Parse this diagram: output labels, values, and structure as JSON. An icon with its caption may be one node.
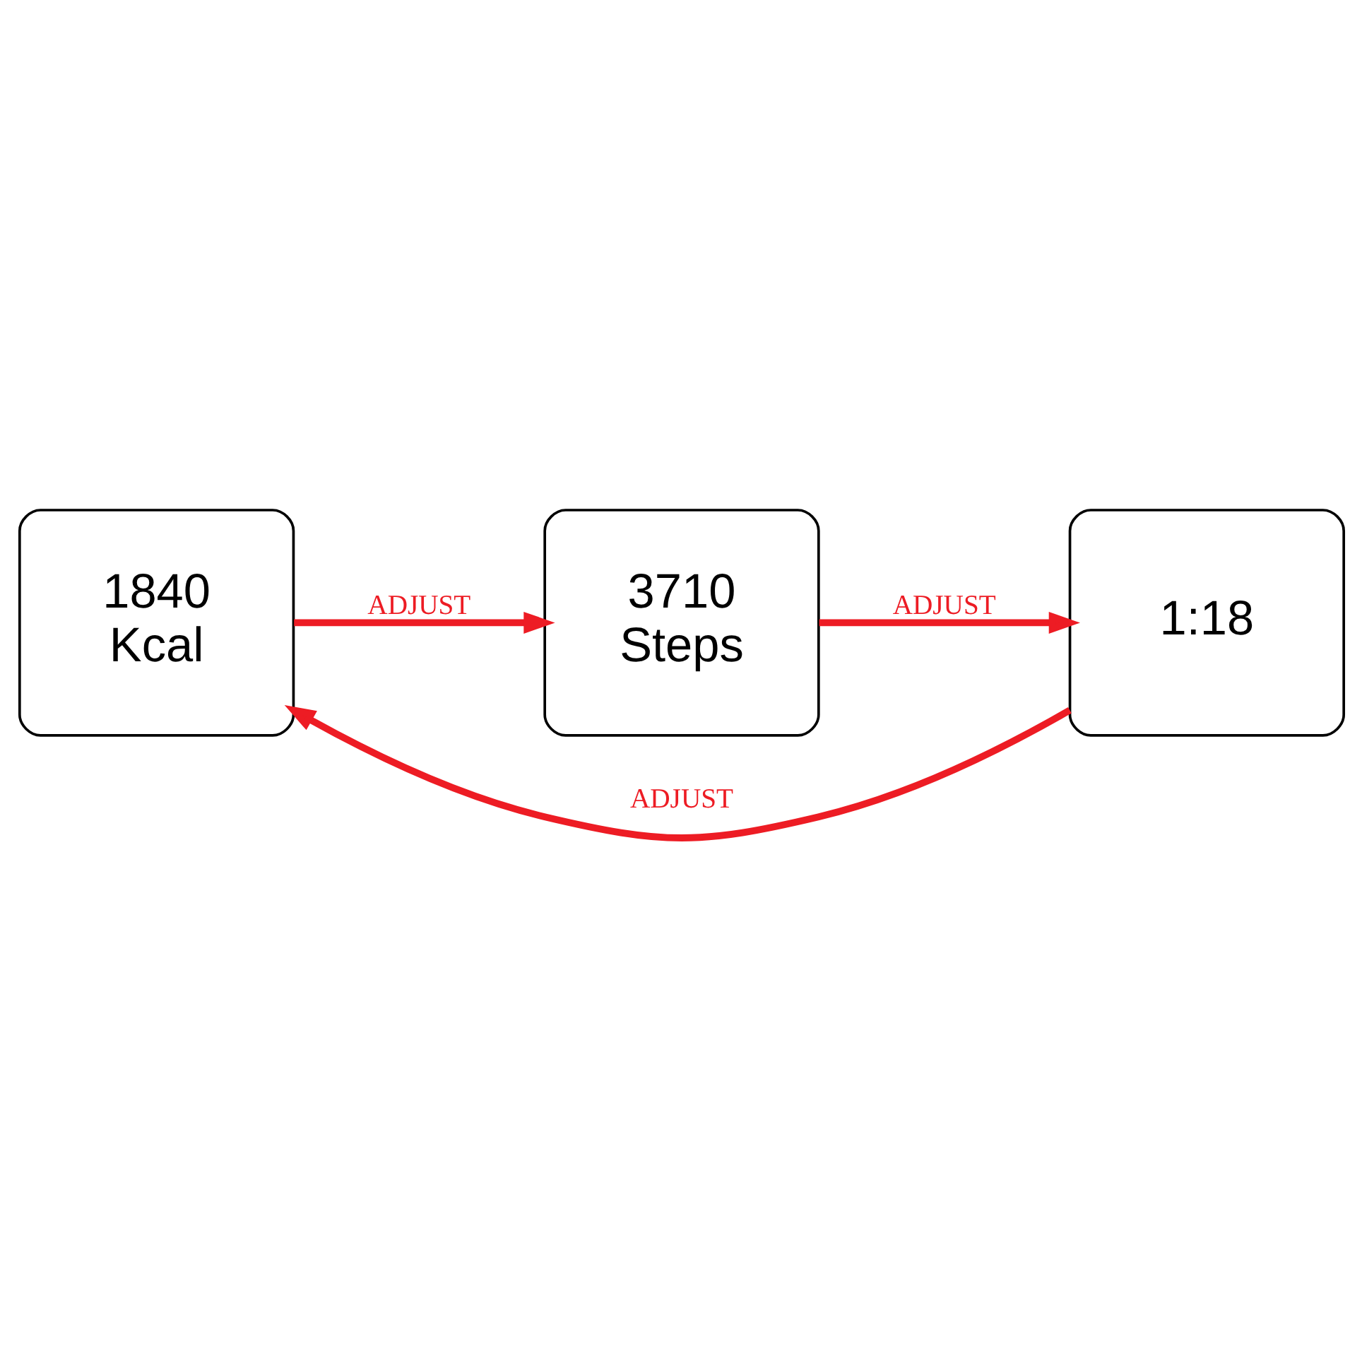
{
  "diagram": {
    "nodes": [
      {
        "text": [
          "1840",
          "Kcal"
        ]
      },
      {
        "text": [
          "3710",
          "Steps"
        ]
      },
      {
        "text": [
          "1:18"
        ]
      }
    ],
    "edges": [
      {
        "from": 0,
        "to": 1,
        "arrow": "to",
        "label": "ADJUST",
        "color": "#ed1c24"
      },
      {
        "from": 1,
        "to": 2,
        "arrow": "to",
        "label": "ADJUST",
        "color": "#ed1c24"
      },
      {
        "from": 2,
        "to": 0,
        "arrow": "to",
        "label": "ADJUST",
        "color": "#ed1c24"
      }
    ]
  }
}
